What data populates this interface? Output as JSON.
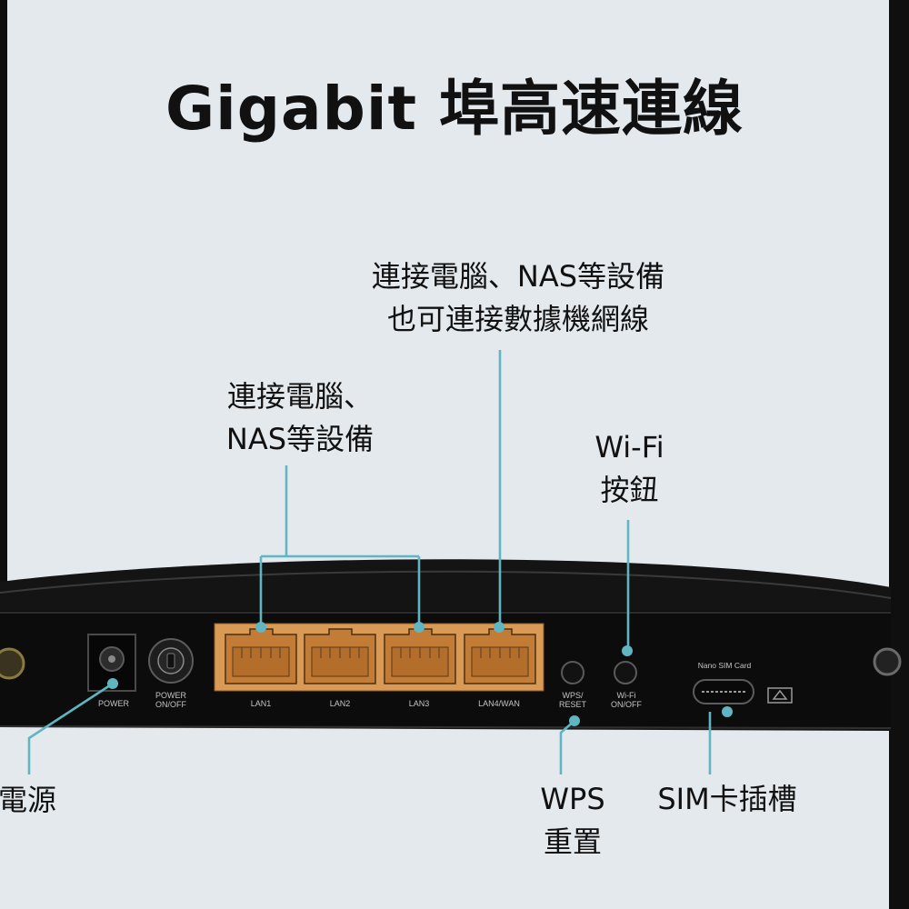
{
  "title": "Gigabit 埠高速連線",
  "callouts": {
    "lan_wan": {
      "line1": "連接電腦、NAS等設備",
      "line2": "也可連接數據機網線"
    },
    "lan": {
      "line1": "連接電腦、",
      "line2": "NAS等設備"
    },
    "wifi_button": {
      "line1": "Wi-Fi",
      "line2": "按鈕"
    },
    "power": {
      "line1": "電源"
    },
    "wps": {
      "line1": "WPS",
      "line2": "重置"
    },
    "sim": {
      "line1": "SIM卡插槽"
    }
  },
  "panel_labels": {
    "power": "POWER",
    "power_switch": [
      "POWER",
      "ON/OFF"
    ],
    "lan": [
      "LAN1",
      "LAN2",
      "LAN3",
      "LAN4/WAN"
    ],
    "wps": [
      "WPS/",
      "RESET"
    ],
    "wifi": [
      "Wi-Fi",
      "ON/OFF"
    ],
    "sim": "Nano SIM Card"
  },
  "icons": {
    "sim_eject": "eject-arrow-icon",
    "power_switch": "power-button-icon"
  },
  "colors": {
    "background": "#e4e9ee",
    "callout": "#5fb6c2",
    "router": "#141414",
    "port_panel": "#d99a55",
    "text": "#111111"
  }
}
